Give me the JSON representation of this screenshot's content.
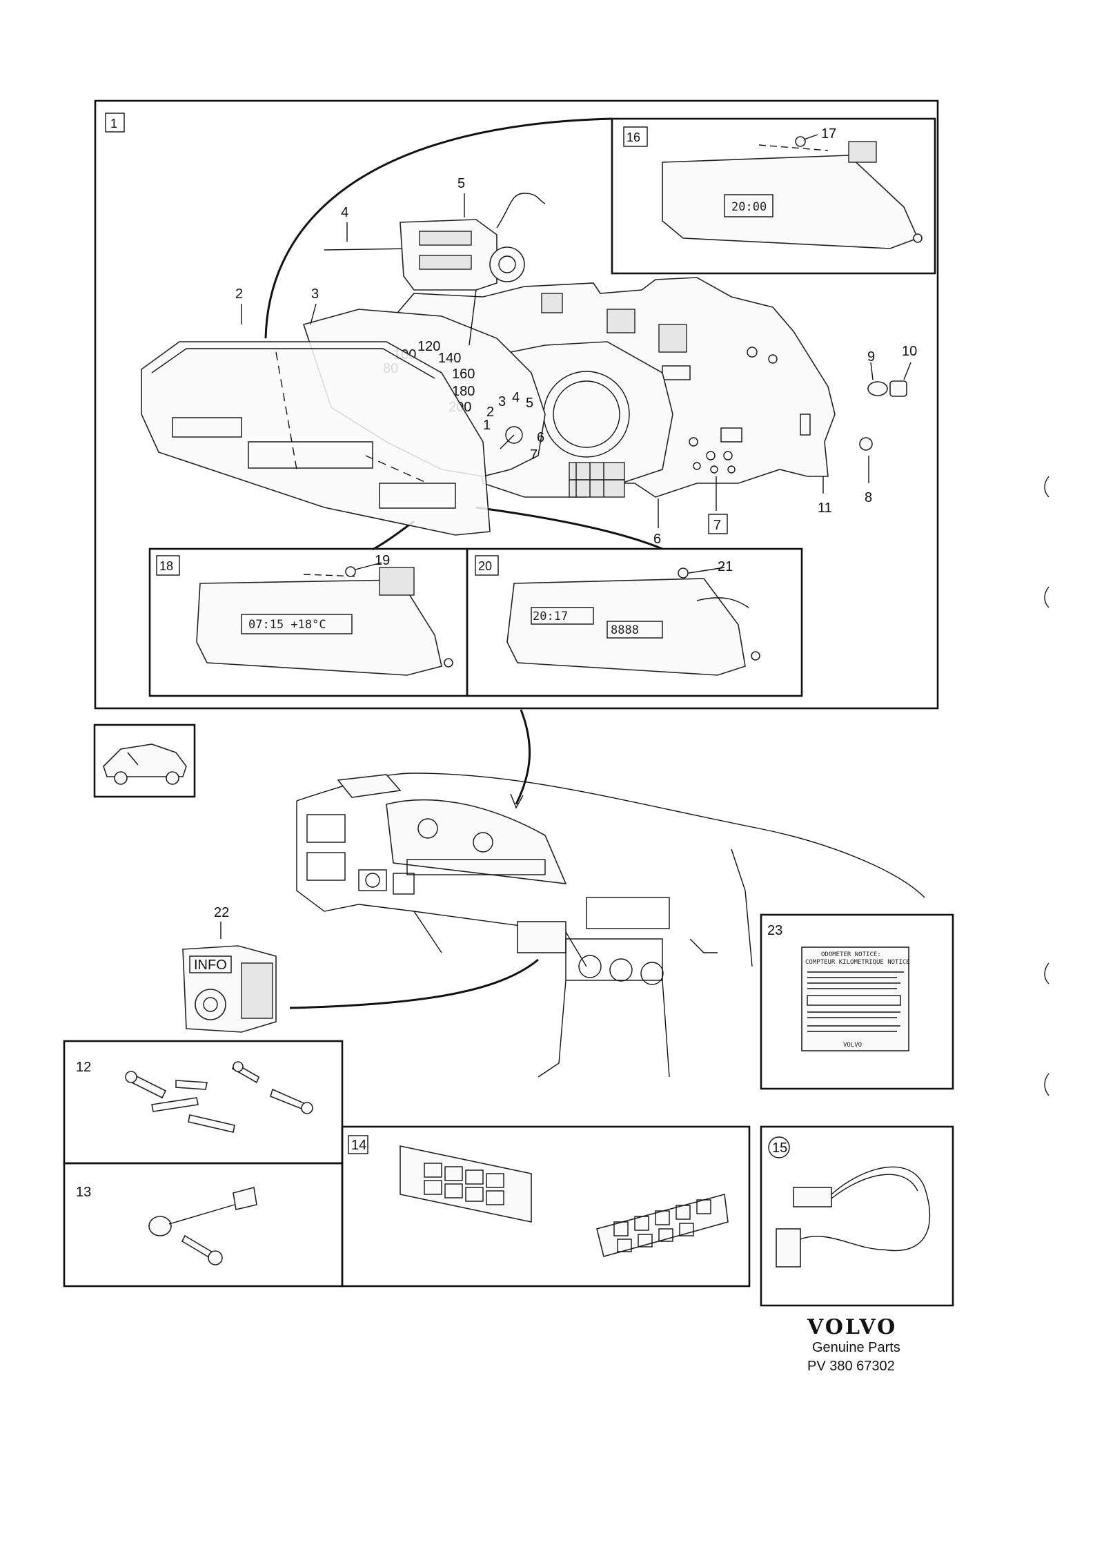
{
  "callouts": {
    "c1": "1",
    "c2": "2",
    "c3": "3",
    "c4": "4",
    "c5": "5",
    "c6": "6",
    "c7": "7",
    "c8": "8",
    "c9": "9",
    "c10": "10",
    "c11": "11",
    "c12": "12",
    "c13": "13",
    "c14": "14",
    "c15": "15",
    "c16": "16",
    "c17": "17",
    "c18": "18",
    "c19": "19",
    "c20": "20",
    "c21": "21",
    "c22": "22",
    "c23": "23"
  },
  "speedo_ticks": [
    "100",
    "120",
    "140",
    "160",
    "180",
    "200",
    "80"
  ],
  "tacho_ticks": [
    "1",
    "2",
    "3",
    "4",
    "5",
    "6",
    "7"
  ],
  "displays": {
    "d16": "20:00",
    "d18": "07:15  +18°C",
    "d20_a": "20:17",
    "d20_b": "8888"
  },
  "info_switch": "INFO",
  "label_sticker": {
    "line1": "ODOMETER NOTICE:",
    "line2": "COMPTEUR KILOMETRIQUE NOTICE",
    "bottom": "VOLVO"
  },
  "footer": {
    "brand": "VOLVO",
    "subtitle": "Genuine Parts",
    "code": "PV 380 67302"
  }
}
